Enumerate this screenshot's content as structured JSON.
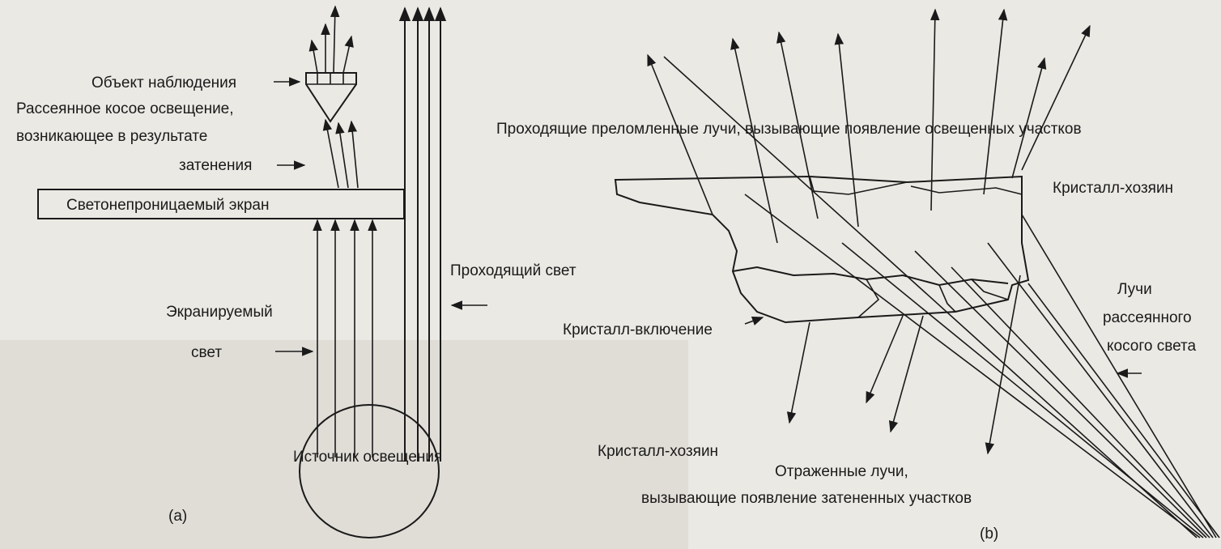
{
  "diagram": {
    "panel_a": {
      "tag": "(a)",
      "object_label": "Объект наблюдения",
      "scattered_label": [
        "Рассеянное косое освещение,",
        "возникающее в результате",
        "затенения"
      ],
      "screen_label": "Светонепроницаемый экран",
      "transmitted_label": "Проходящий свет",
      "screened_label": [
        "Экранируемый",
        "свет"
      ],
      "source_label": "Источник освещения"
    },
    "panel_b": {
      "tag": "(b)",
      "refracted_label": "Проходящие преломленные лучи, вызывающие появление освещенных участков",
      "host_top_label": "Кристалл-хозяин",
      "oblique_label": [
        "Лучи",
        "рассеянного",
        "косого света"
      ],
      "inclusion_label": "Кристалл-включение",
      "host_bottom_label": "Кристалл-хозяин",
      "reflected_label": [
        "Отраженные лучи,",
        "вызывающие появление затененных участков"
      ]
    }
  }
}
